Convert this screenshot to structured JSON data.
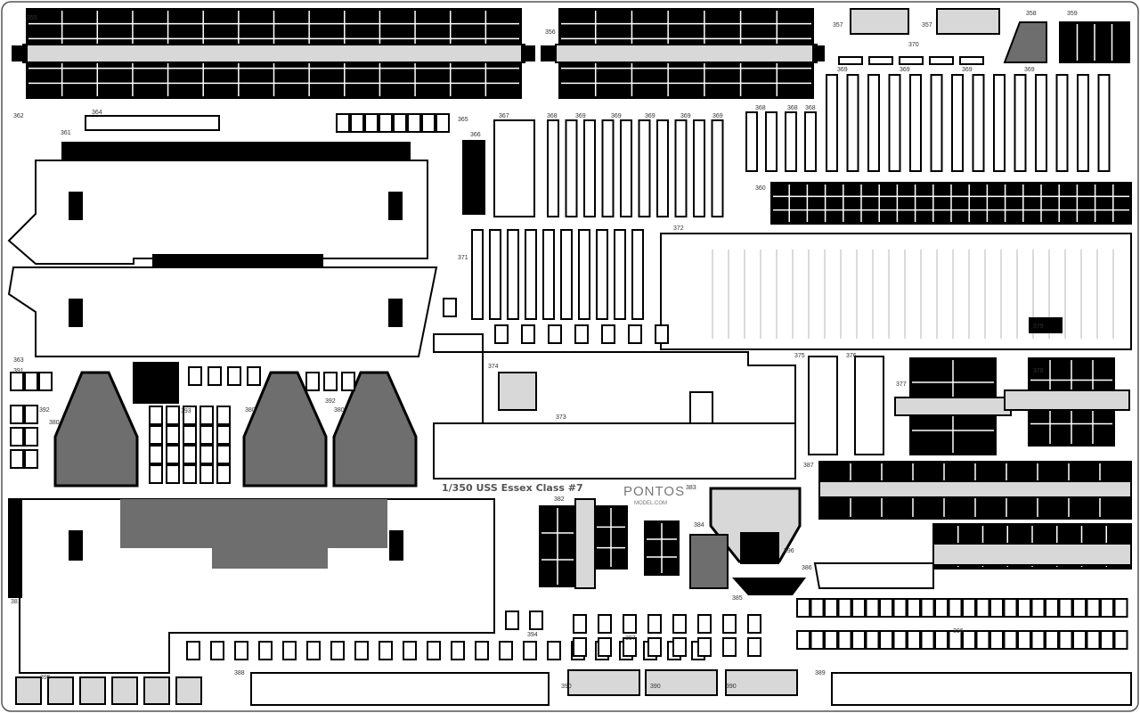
{
  "title": "1/350 USS Essex Class #7",
  "logo": "PONTOS",
  "logo_sub": "MODEL.COM",
  "labels": [
    "355",
    "356",
    "357",
    "357",
    "358",
    "359",
    "370",
    "369",
    "369",
    "369",
    "369",
    "362",
    "364",
    "361",
    "365",
    "367",
    "368",
    "369",
    "369",
    "369",
    "369",
    "369",
    "366",
    "368",
    "368",
    "368",
    "360",
    "372",
    "371",
    "363",
    "391",
    "392",
    "380",
    "393",
    "380",
    "392",
    "380",
    "374",
    "373",
    "375",
    "376",
    "377",
    "378",
    "379",
    "387",
    "383",
    "382",
    "384",
    "385",
    "386",
    "396",
    "381",
    "394",
    "395",
    "388",
    "390",
    "390",
    "390",
    "389",
    "397",
    "396"
  ],
  "colors": {
    "metal": "#000000",
    "mesh": "#d8d8d8",
    "grey": "#6e6e6e",
    "background": "#ffffff"
  }
}
